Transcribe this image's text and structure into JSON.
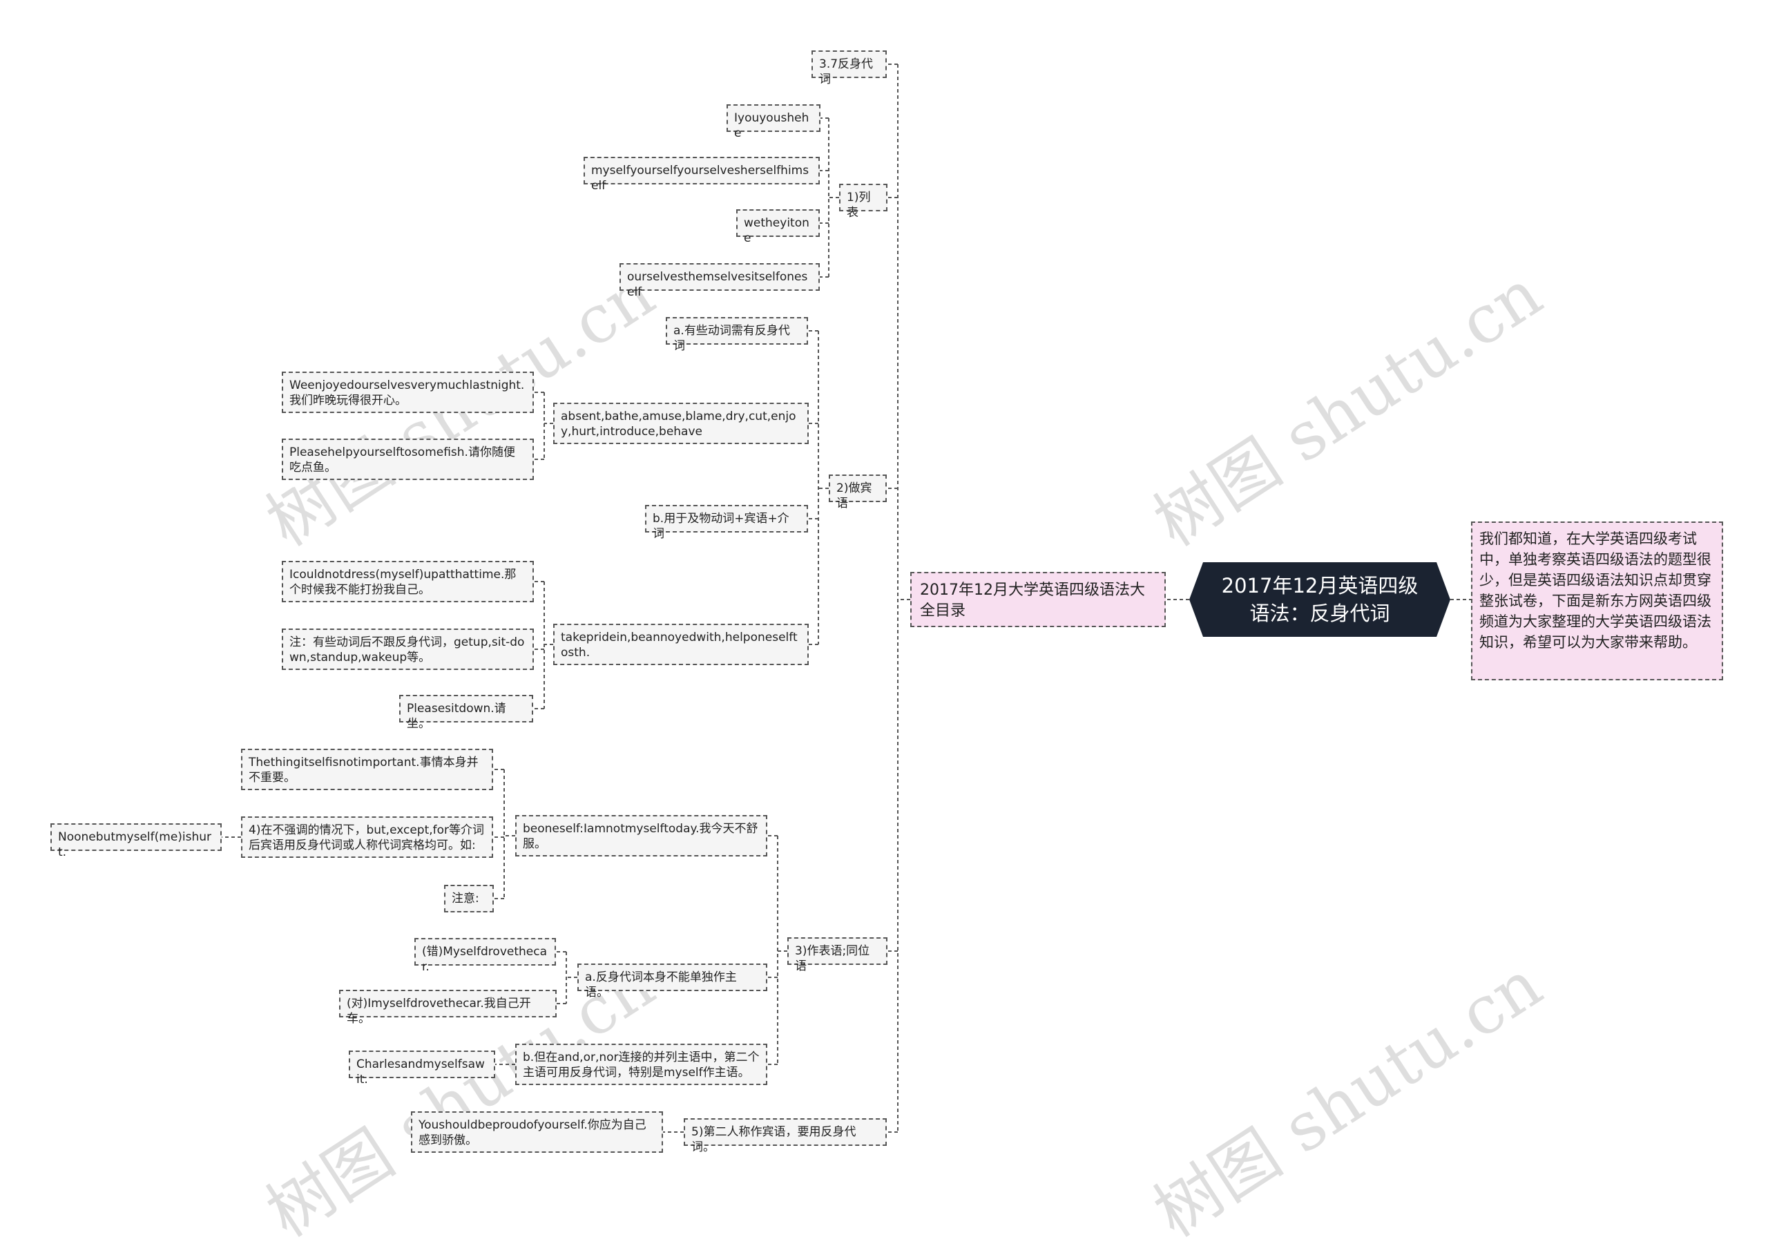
{
  "root": {
    "title": "2017年12月英语四级语法：反身代词"
  },
  "intro": {
    "text": "我们都知道，在大学英语四级考试中，单独考察英语四级语法的题型很少，但是英语四级语法知识点却贯穿整张试卷，下面是新东方网英语四级频道为大家整理的大学英语四级语法知识，希望可以为大家带来帮助。"
  },
  "hub": {
    "text": "2017年12月大学英语四级语法大全目录"
  },
  "nodes": {
    "n37": "3.7反身代词",
    "list": "1)列表",
    "l1": "Iyouyoushehe",
    "l2": "myselfyourselfyourselvesherselfhimself",
    "l3": "wetheyitone",
    "l4": "ourselvesthemselvesitselfoneself",
    "obj": "2)做宾语",
    "objA": "a.有些动词需有反身代词",
    "verbs": "absent,bathe,amuse,blame,dry,cut,enjoy,hurt,introduce,behave",
    "ex1": "Weenjoyedourselvesverymuchlastnight.我们昨晚玩得很开心。",
    "ex2": "Pleasehelpyourselftosomefish.请你随便吃点鱼。",
    "objB": "b.用于及物动词+宾语+介词",
    "take": "takepridein,beannoyedwith,helponeselftosth.",
    "ex3": "Icouldnotdress(myself)upatthattime.那个时候我不能打扮我自己。",
    "ex4": "注：有些动词后不跟反身代词，getup,sit-down,standup,wakeup等。",
    "ex5": "Pleasesitdown.请坐。",
    "pred": "3)作表语;同位语",
    "beon": "beoneself:Iamnotmyselftoday.我今天不舒服。",
    "thing": "Thethingitselfisnotimportant.事情本身并不重要。",
    "p4": "4)在不强调的情况下，but,except,for等介词后宾语用反身代词或人称代词宾格均可。如:",
    "noone": "Noonebutmyself(me)ishurt.",
    "note": "注意:",
    "subA": "a.反身代词本身不能单独作主语。",
    "wrong": "(错)Myselfdrovethecar.",
    "right": "(对)Imyselfdrovethecar.我自己开车。",
    "subB": "b.但在and,or,nor连接的并列主语中，第二个主语可用反身代词，特别是myself作主语。",
    "charles": "Charlesandmyselfsawit.",
    "p5": "5)第二人称作宾语，要用反身代词。",
    "proud": "Youshouldbeproudofyourself.你应为自己感到骄傲。"
  },
  "watermark": "树图 shutu.cn",
  "colors": {
    "root_bg": "#1b2331",
    "pink": "#f8dff0",
    "node_bg": "#f5f5f5",
    "line": "#555555"
  }
}
